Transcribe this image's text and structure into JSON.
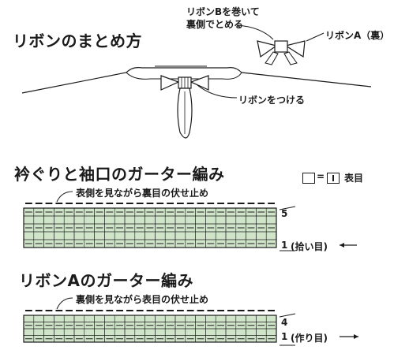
{
  "ribbon": {
    "title": "リボンのまとめ方",
    "wrap_label_line1": "リボンBを巻いて",
    "wrap_label_line2": "裏側でとめる",
    "ribbon_a_label": "リボンA（裏）",
    "attach_label": "リボンをつける"
  },
  "legend": {
    "equals": "=",
    "text": "表目"
  },
  "section1": {
    "title": "衿ぐりと袖口のガーター編み",
    "bindoff_label": "表側を見ながら裏目の伏せ止め",
    "row_top": "5",
    "row_bottom": "1",
    "row_bottom_note": "(拾い目)",
    "rows": 5,
    "cols": 25
  },
  "section2": {
    "title": "リボンAのガーター編み",
    "bindoff_label": "裏側を見ながら表目の伏せ止め",
    "row_top": "4",
    "row_bottom": "1",
    "row_bottom_note": "(作り目)",
    "rows": 4,
    "cols": 25
  },
  "colors": {
    "green": "#cfe4c9",
    "ink": "#1a1a1a"
  }
}
